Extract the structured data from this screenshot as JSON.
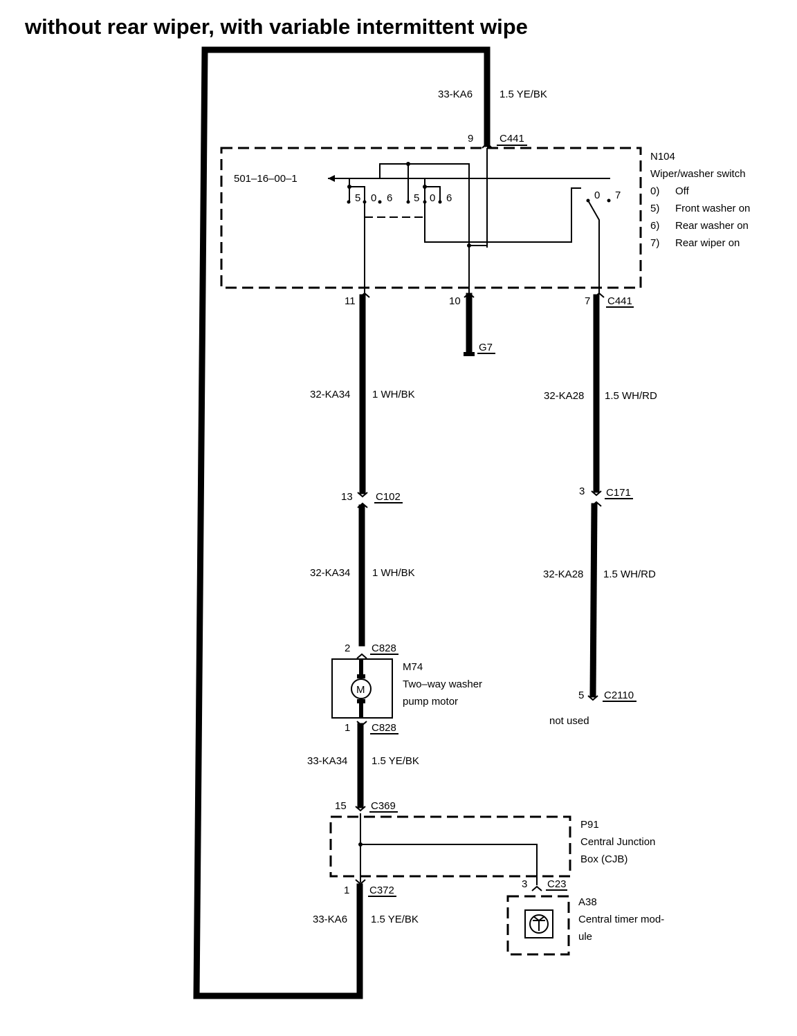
{
  "title": "without rear wiper, with variable intermittent wipe",
  "wires": {
    "top": {
      "circuit": "33-KA6",
      "gauge_color": "1.5 YE/BK"
    },
    "left_upper": {
      "circuit": "32-KA34",
      "gauge_color": "1 WH/BK"
    },
    "left_middle": {
      "circuit": "32-KA34",
      "gauge_color": "1 WH/BK"
    },
    "right_upper": {
      "circuit": "32-KA28",
      "gauge_color": "1.5 WH/RD"
    },
    "right_middle": {
      "circuit": "32-KA28",
      "gauge_color": "1.5 WH/RD"
    },
    "motor_to_cjb": {
      "circuit": "33-KA34",
      "gauge_color": "1.5 YE/BK"
    },
    "bottom": {
      "circuit": "33-KA6",
      "gauge_color": "1.5 YE/BK"
    }
  },
  "connectors": {
    "c441_top": {
      "pin": "9",
      "name": "C441"
    },
    "c441_p11": {
      "pin": "11"
    },
    "c441_p10": {
      "pin": "10"
    },
    "c441_p7": {
      "pin": "7",
      "name": "C441"
    },
    "ground": {
      "name": "G7"
    },
    "c102": {
      "pin": "13",
      "name": "C102"
    },
    "c171": {
      "pin": "3",
      "name": "C171"
    },
    "c828_top": {
      "pin": "2",
      "name": "C828"
    },
    "c828_bottom": {
      "pin": "1",
      "name": "C828"
    },
    "c2110": {
      "pin": "5",
      "name": "C2110"
    },
    "c369": {
      "pin": "15",
      "name": "C369"
    },
    "c372": {
      "pin": "1",
      "name": "C372"
    },
    "c23": {
      "pin": "3",
      "name": "C23"
    }
  },
  "switch": {
    "id": "N104",
    "name": "Wiper/washer switch",
    "positions": [
      {
        "key": "0)",
        "label": "Off"
      },
      {
        "key": "5)",
        "label": "Front washer on"
      },
      {
        "key": "6)",
        "label": "Rear washer on"
      },
      {
        "key": "7)",
        "label": "Rear wiper on"
      }
    ],
    "reference": "501–16–00–1",
    "contact_labels": [
      "5",
      "0",
      "6",
      "5",
      "0",
      "6",
      "0",
      "7"
    ]
  },
  "motor": {
    "id": "M74",
    "line1": "Two–way washer",
    "line2": "pump motor",
    "symbol": "M"
  },
  "not_used": "not used",
  "cjb": {
    "id": "P91",
    "line1": "Central Junction",
    "line2": "Box (CJB)"
  },
  "timer": {
    "id": "A38",
    "line1": "Central timer mod-",
    "line2": "ule"
  }
}
